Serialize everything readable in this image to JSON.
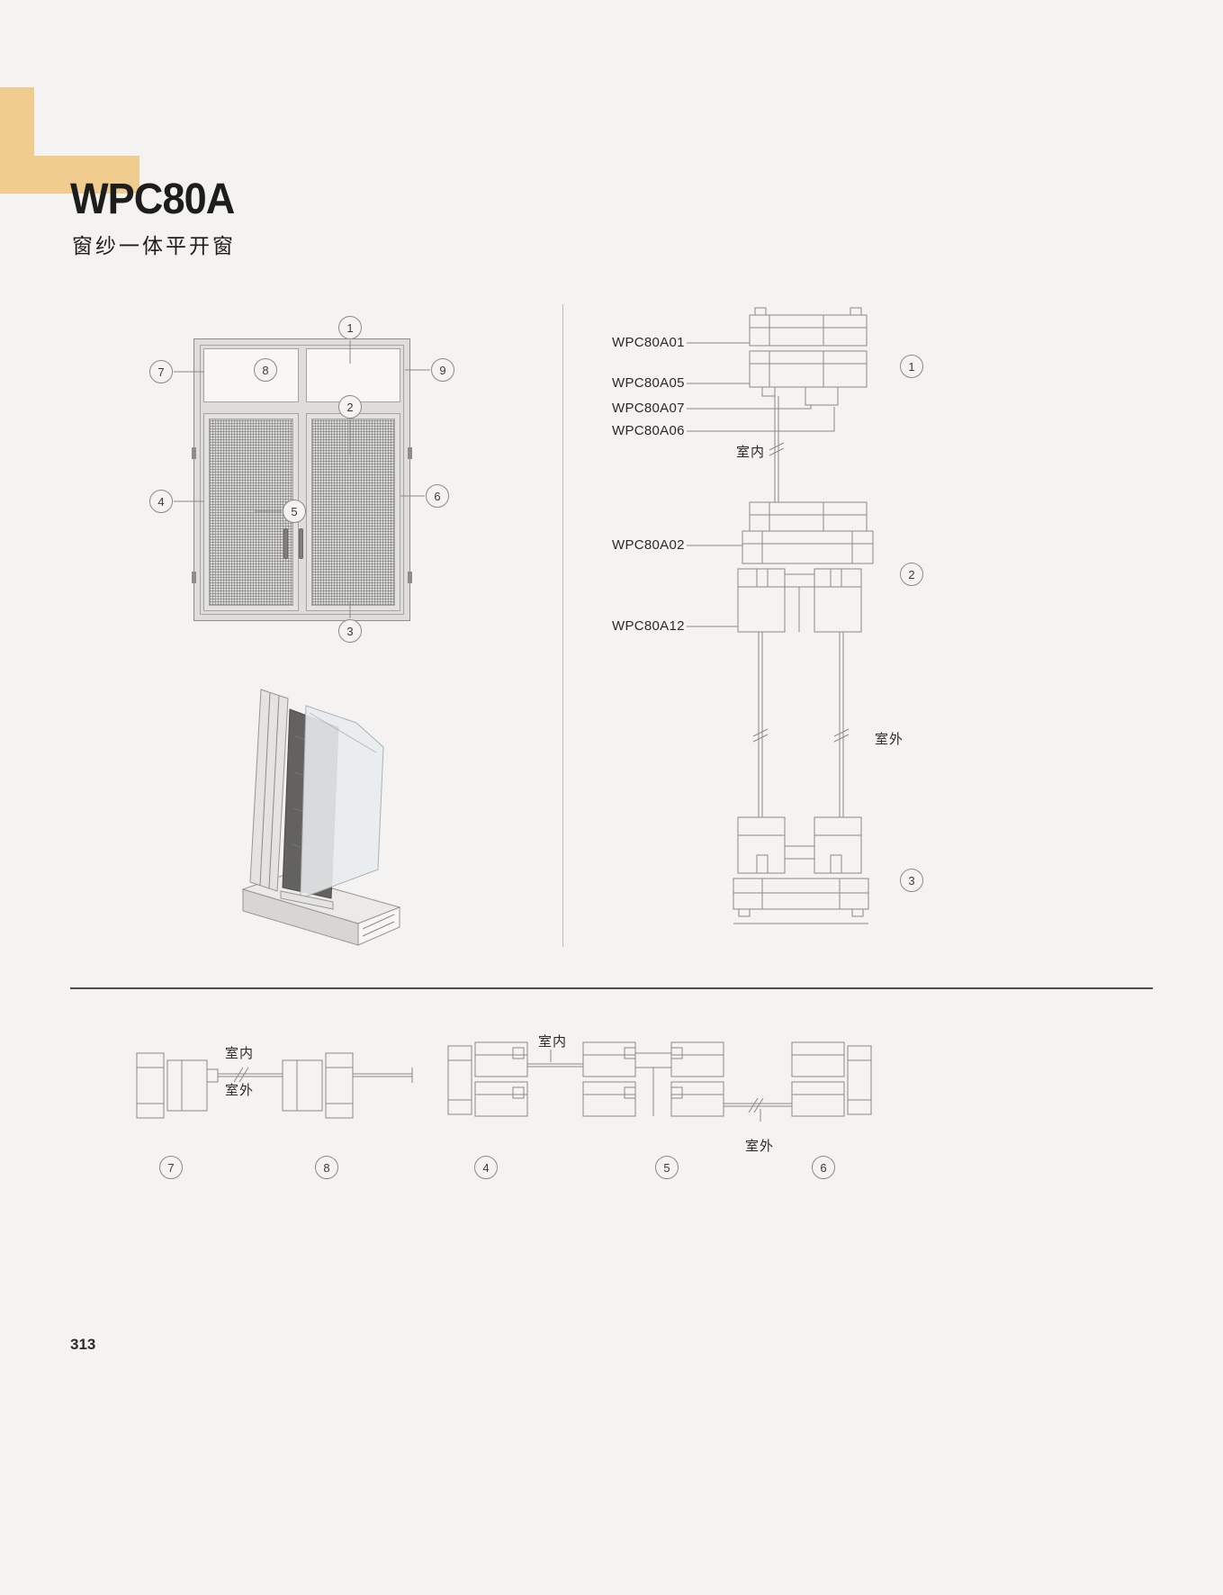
{
  "page": {
    "title": "WPC80A",
    "subtitle": "窗纱一体平开窗",
    "page_number": "313"
  },
  "colors": {
    "accent": "#f0cd8f",
    "background": "#f4f3f1",
    "line": "#8c8a86"
  },
  "front_view": {
    "callouts": [
      "1",
      "2",
      "3",
      "4",
      "5",
      "6",
      "7",
      "8",
      "9"
    ]
  },
  "vertical_section": {
    "labels": [
      "WPC80A01",
      "WPC80A05",
      "WPC80A07",
      "WPC80A06",
      "WPC80A02",
      "WPC80A12"
    ],
    "indoor": "室内",
    "outdoor": "室外",
    "callouts": [
      "1",
      "2",
      "3"
    ]
  },
  "horizontal_section_left": {
    "indoor": "室内",
    "outdoor": "室外",
    "callouts": [
      "7",
      "8"
    ]
  },
  "horizontal_section_right": {
    "indoor": "室内",
    "outdoor": "室外",
    "callouts": [
      "4",
      "5",
      "6"
    ]
  }
}
